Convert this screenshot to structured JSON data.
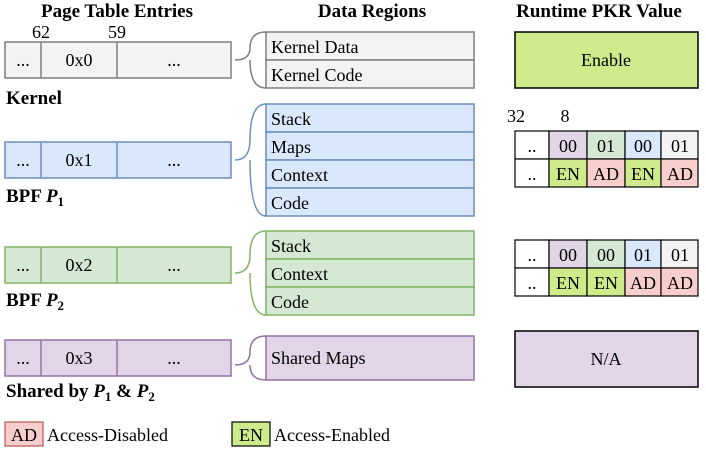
{
  "headers": {
    "page_table_entries": "Page Table Entries",
    "data_regions": "Data Regions",
    "runtime_pkr": "Runtime PKR Value"
  },
  "bit_labels": {
    "b62": "62",
    "b59": "59",
    "b32": "32",
    "b8": "8"
  },
  "colors": {
    "gray_fill": "#f3f3f3",
    "gray_stroke": "#7f7f7f",
    "blue_fill": "#dae8fc",
    "blue_stroke": "#6c8ebf",
    "green_fill": "#d5e8d4",
    "green_stroke": "#82b366",
    "purple_fill": "#e1d5e7",
    "purple_stroke": "#9673a6",
    "red_fill": "#f8cecc",
    "red_stroke": "#b85450",
    "lime_fill": "#cdeb8b",
    "black": "#000000"
  },
  "kernel": {
    "pte": {
      "left": "...",
      "key": "0x0",
      "right": "..."
    },
    "label": "Kernel",
    "regions": [
      "Kernel Data",
      "Kernel Code"
    ],
    "pkr": "Enable"
  },
  "bpf1": {
    "pte": {
      "left": "...",
      "key": "0x1",
      "right": "..."
    },
    "label_prefix": "BPF ",
    "label_var": "P",
    "label_sub": "1",
    "regions": [
      "Stack",
      "Maps",
      "Context",
      "Code"
    ],
    "pkr_row1": [
      "..",
      "00",
      "01",
      "00",
      "01"
    ],
    "pkr_row2": [
      "..",
      "EN",
      "AD",
      "EN",
      "AD"
    ]
  },
  "bpf2": {
    "pte": {
      "left": "...",
      "key": "0x2",
      "right": "..."
    },
    "label_prefix": "BPF ",
    "label_var": "P",
    "label_sub": "2",
    "regions": [
      "Stack",
      "Context",
      "Code"
    ],
    "pkr_row1": [
      "..",
      "00",
      "00",
      "01",
      "01"
    ],
    "pkr_row2": [
      "..",
      "EN",
      "EN",
      "AD",
      "AD"
    ]
  },
  "shared": {
    "pte": {
      "left": "...",
      "key": "0x3",
      "right": "..."
    },
    "label_prefix": "Shared by ",
    "label_var1": "P",
    "label_sub1": "1",
    "label_amp": " & ",
    "label_var2": "P",
    "label_sub2": "2",
    "regions": [
      "Shared Maps"
    ],
    "pkr": "N/A"
  },
  "legend": {
    "ad_badge": "AD",
    "ad_text": "Access-Disabled",
    "en_badge": "EN",
    "en_text": "Access-Enabled"
  }
}
